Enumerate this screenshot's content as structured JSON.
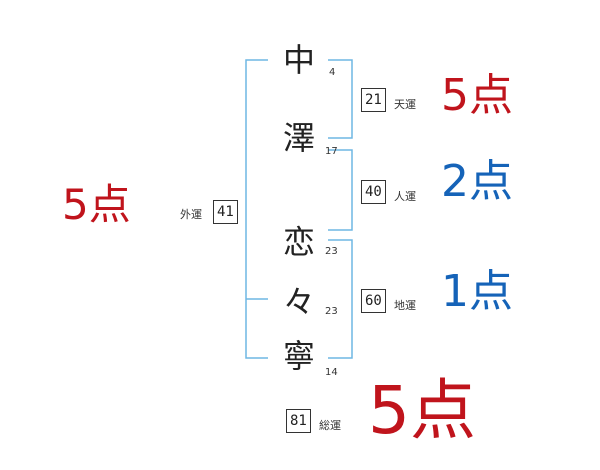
{
  "name_chars": [
    {
      "char": "中",
      "strokes": "4"
    },
    {
      "char": "澤",
      "strokes": "17"
    },
    {
      "char": "恋",
      "strokes": "23"
    },
    {
      "char": "々",
      "strokes": "23"
    },
    {
      "char": "寧",
      "strokes": "14"
    }
  ],
  "fortunes": {
    "gaiun": {
      "value": "41",
      "label": "外運",
      "score": "5点",
      "color": "#c0141c"
    },
    "tenun": {
      "value": "21",
      "label": "天運",
      "score": "5点",
      "color": "#c0141c"
    },
    "jinun": {
      "value": "40",
      "label": "人運",
      "score": "2点",
      "color": "#1563b8"
    },
    "chiun": {
      "value": "60",
      "label": "地運",
      "score": "1点",
      "color": "#1563b8"
    },
    "souun": {
      "value": "81",
      "label": "総運",
      "score": "5点",
      "color": "#c0141c"
    }
  },
  "colors": {
    "bracket": "#6fb7e3"
  }
}
